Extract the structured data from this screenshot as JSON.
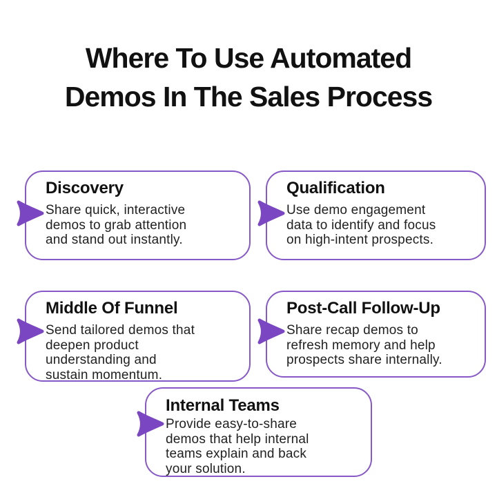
{
  "page": {
    "title": "Where To Use Automated\nDemos In The Sales Process"
  },
  "colors": {
    "accent_border": "#8659C6",
    "arrow": "#7A46C1",
    "title_text": "#111111",
    "body_text": "#212121",
    "background": "#FFFFFF"
  },
  "cards": [
    {
      "icon": "arrow-right-icon",
      "title": "Discovery",
      "body": "Share quick, interactive\ndemos to grab attention\nand stand out instantly."
    },
    {
      "icon": "arrow-right-icon",
      "title": "Qualification",
      "body": "Use demo engagement\ndata to identify and focus\non high-intent prospects."
    },
    {
      "icon": "arrow-right-icon",
      "title": "Middle Of Funnel",
      "body": "Send tailored demos that\ndeepen product\nunderstanding and\nsustain momentum."
    },
    {
      "icon": "arrow-right-icon",
      "title": "Post-Call Follow-Up",
      "body": "Share recap demos to\nrefresh memory and help\nprospects share internally."
    },
    {
      "icon": "arrow-right-icon",
      "title": "Internal Teams",
      "body": "Provide easy-to-share\ndemos that help internal\nteams explain and back\nyour solution."
    }
  ]
}
